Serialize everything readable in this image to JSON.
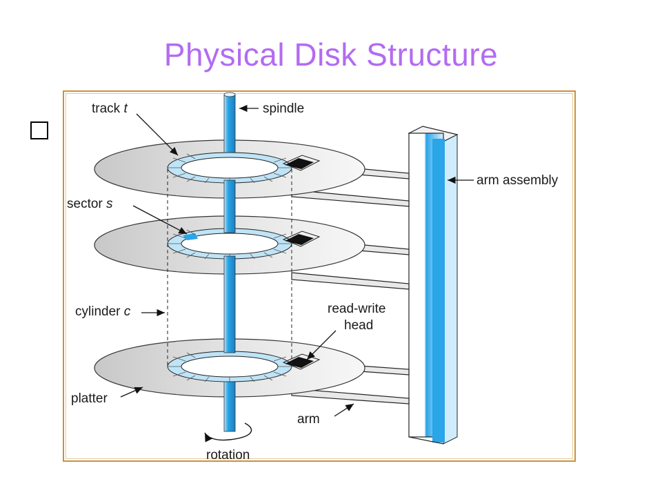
{
  "slide": {
    "title": "Physical Disk Structure"
  },
  "diagram": {
    "labels": {
      "track": "track",
      "track_var": "t",
      "spindle": "spindle",
      "arm_assembly": "arm assembly",
      "sector": "sector",
      "sector_var": "s",
      "cylinder": "cylinder",
      "cylinder_var": "c",
      "read_write_line1": "read-write",
      "read_write_line2": "head",
      "platter": "platter",
      "arm": "arm",
      "rotation": "rotation"
    },
    "colors": {
      "title": "#b36bf2",
      "spindle": "#2aa5e8",
      "track_ring": "#bfe4f7",
      "sector_highlight": "#2aa5e8",
      "platter": "#d9d9d9",
      "frame": "#c9913e"
    }
  }
}
